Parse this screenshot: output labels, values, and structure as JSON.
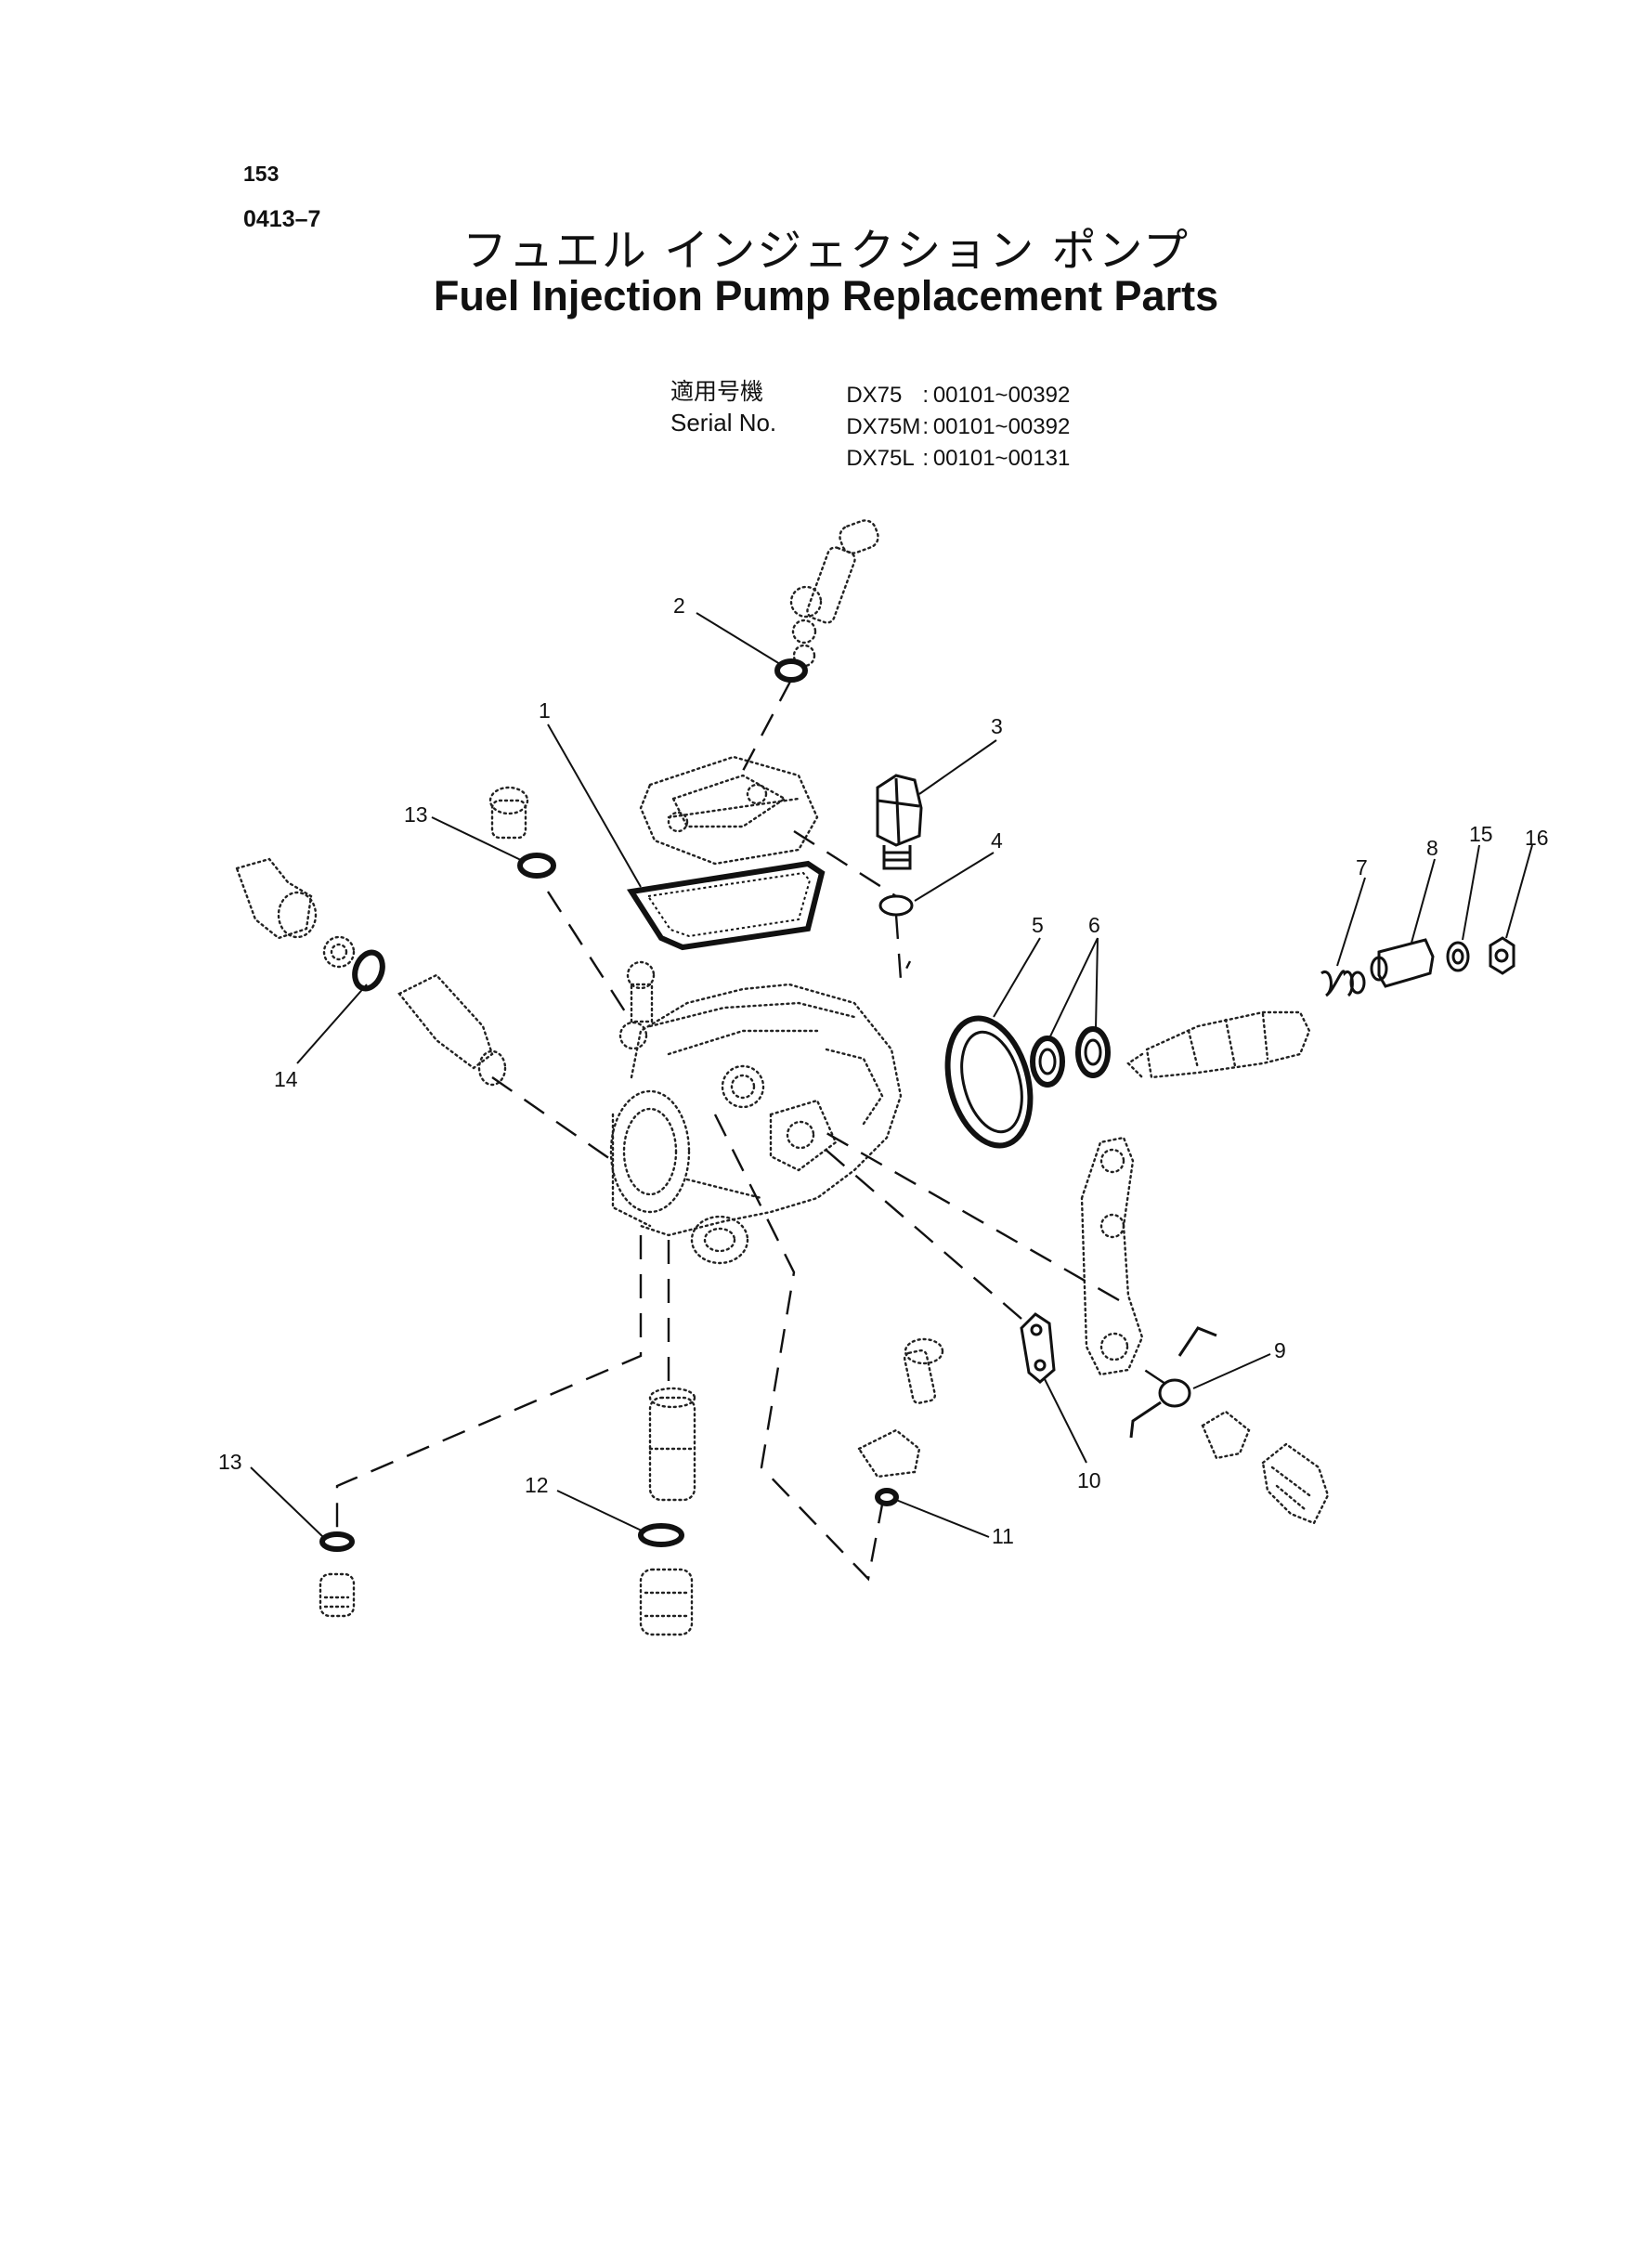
{
  "page": {
    "page_number": "153",
    "section_code": "0413–7",
    "title_jp": "フュエル インジェクション ポンプ",
    "title_en": "Fuel Injection Pump Replacement Parts",
    "serial_label_jp": "適用号機",
    "serial_label_en": "Serial No.",
    "serials": [
      {
        "model": "DX75",
        "range": ": 00101~00392"
      },
      {
        "model": "DX75M",
        "range": ": 00101~00392"
      },
      {
        "model": "DX75L",
        "range": ": 00101~00131"
      }
    ]
  },
  "callouts": [
    "1",
    "2",
    "3",
    "4",
    "5",
    "6",
    "7",
    "8",
    "9",
    "10",
    "11",
    "12",
    "13",
    "13",
    "14",
    "15",
    "16"
  ]
}
